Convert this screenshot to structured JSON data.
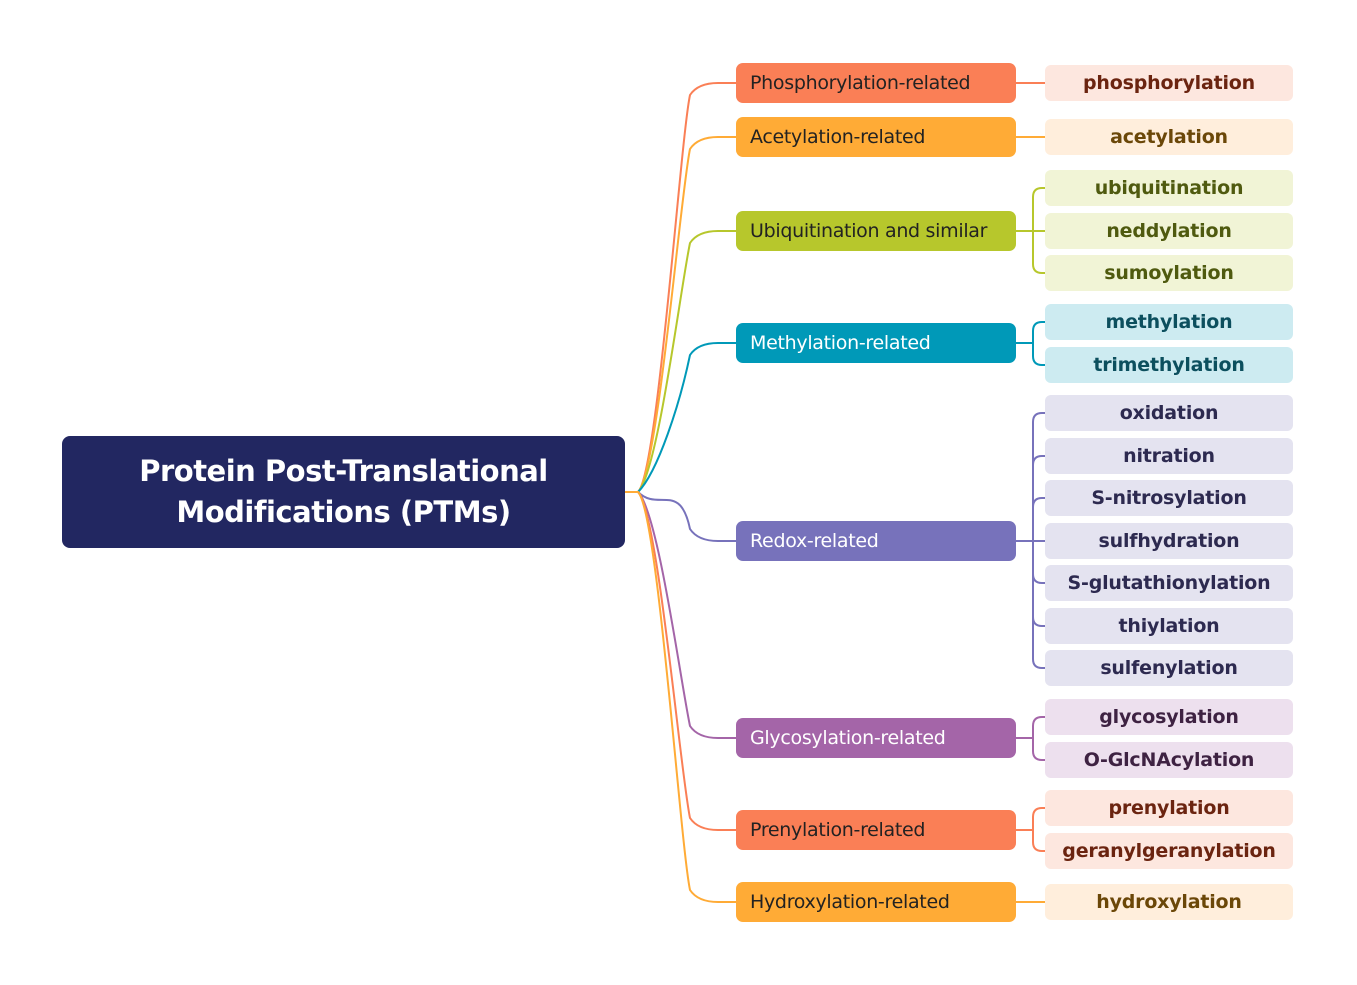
{
  "root": {
    "line1": "Protein Post-Translational",
    "line2": "Modifications (PTMs)"
  },
  "colors": {
    "background": "#ffffff",
    "root": "#222761"
  },
  "branches": [
    {
      "label": "Phosphorylation-related",
      "color": "#FA7F56",
      "text_color": "#222222",
      "leaf_bg": "#FDE7DF",
      "leaf_text": "#6B2410",
      "leaves": [
        "phosphorylation"
      ]
    },
    {
      "label": "Acetylation-related",
      "color": "#FFAB36",
      "text_color": "#222222",
      "leaf_bg": "#FFEEDC",
      "leaf_text": "#6B4708",
      "leaves": [
        "acetylation"
      ]
    },
    {
      "label": "Ubiquitination and similar",
      "color": "#B7C72C",
      "text_color": "#222222",
      "leaf_bg": "#F1F4D6",
      "leaf_text": "#4F5A0F",
      "leaves": [
        "ubiquitination",
        "neddylation",
        "sumoylation"
      ]
    },
    {
      "label": "Methylation-related",
      "color": "#0099B8",
      "text_color": "#ffffff",
      "leaf_bg": "#CDEBF1",
      "leaf_text": "#0C4F5E",
      "leaves": [
        "methylation",
        "trimethylation"
      ]
    },
    {
      "label": "Redox-related",
      "color": "#7772BB",
      "text_color": "#ffffff",
      "leaf_bg": "#E4E3F0",
      "leaf_text": "#2D2A50",
      "leaves": [
        "oxidation",
        "nitration",
        "S-nitrosylation",
        "sulfhydration",
        "S-glutathionylation",
        "thiylation",
        "sulfenylation"
      ]
    },
    {
      "label": "Glycosylation-related",
      "color": "#A465A8",
      "text_color": "#ffffff",
      "leaf_bg": "#EDE0EE",
      "leaf_text": "#3E2242",
      "leaves": [
        "glycosylation",
        "O-GlcNAcylation"
      ]
    },
    {
      "label": "Prenylation-related",
      "color": "#FA7F56",
      "text_color": "#222222",
      "leaf_bg": "#FDE7DF",
      "leaf_text": "#6B2410",
      "leaves": [
        "prenylation",
        "geranylgeranylation"
      ]
    },
    {
      "label": "Hydroxylation-related",
      "color": "#FFAB36",
      "text_color": "#222222",
      "leaf_bg": "#FFEEDC",
      "leaf_text": "#6B4708",
      "leaves": [
        "hydroxylation"
      ]
    }
  ]
}
